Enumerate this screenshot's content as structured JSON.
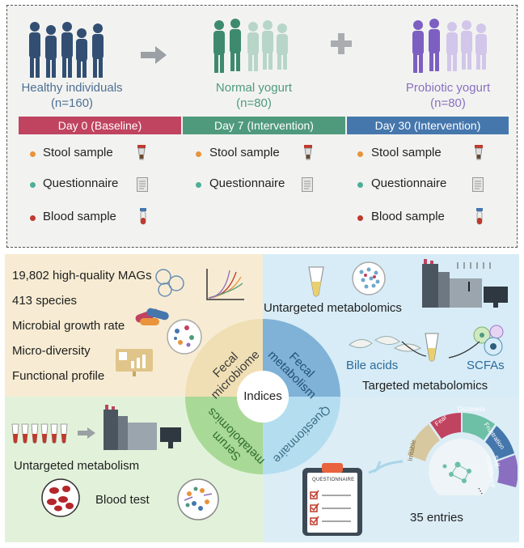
{
  "study": {
    "groups": [
      {
        "name": "Healthy individuals",
        "n": "(n=160)",
        "color": "#4e6f93"
      },
      {
        "name": "Normal yogurt",
        "n": "(n=80)",
        "color": "#4e9a7e"
      },
      {
        "name": "Probiotic yogurt",
        "n": "(n=80)",
        "color": "#8a6fc1"
      }
    ],
    "days": [
      {
        "label": "Day 0 (Baseline)",
        "color": "#c0435f"
      },
      {
        "label": "Day 7 (Intervention)",
        "color": "#4f9a7c"
      },
      {
        "label": "Day 30 (Intervention)",
        "color": "#4577ad"
      }
    ],
    "samples": {
      "stool": "Stool sample",
      "questionnaire": "Questionnaire",
      "blood": "Blood sample"
    }
  },
  "indices": {
    "center": "Indices",
    "fecal_microbiome": "Fecal microbiome",
    "fecal_metabolism": "Fecal metabolism",
    "serum_metabolomics": "Serum metabolomics",
    "questionnaire": "Questionnaire",
    "microbiome_items": [
      "19,802 high-quality MAGs",
      "413 species",
      "Microbial growth rate",
      "Micro-diversity",
      "Functional profile"
    ],
    "untargeted_metabolomics": "Untargeted metabolomics",
    "bile_acids": "Bile acids",
    "scfas": "SCFAs",
    "targeted_metabolomics": "Targeted metabolomics",
    "untargeted_metabolism": "Untargeted metabolism",
    "blood_test": "Blood test",
    "entries": "35 entries",
    "clipboard_title": "QUESTIONNAIRE",
    "wheel_labels": [
      "Fear",
      "Dizziness",
      "Frustration",
      "Self-confidence",
      "Irritable"
    ],
    "ellipsis": "..."
  },
  "colors": {
    "q_microbiome": "#f7ecd3",
    "q_metabolism": "#d7ecf6",
    "q_serum": "#e2f2da",
    "q_questionnaire": "#dcedf6"
  }
}
